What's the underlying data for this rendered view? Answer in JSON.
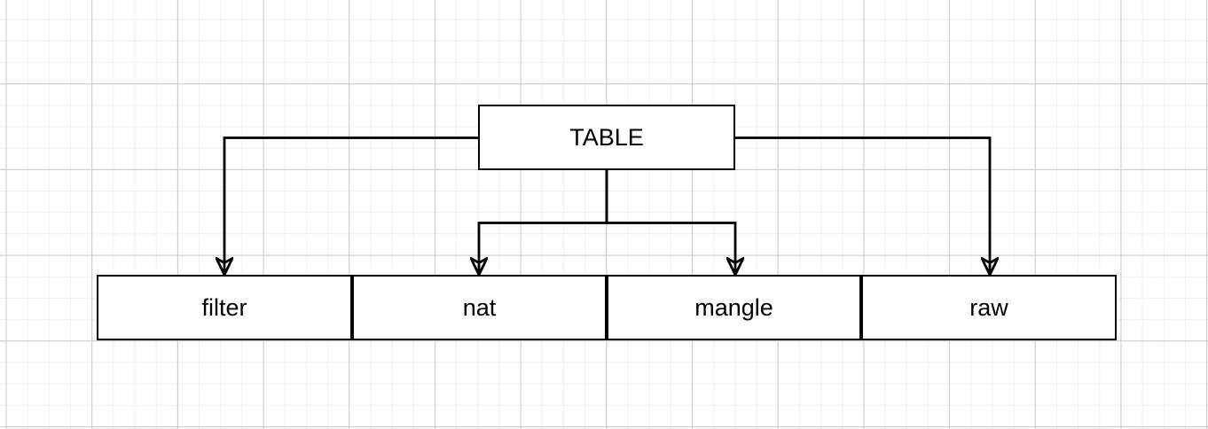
{
  "diagram": {
    "type": "flowchart",
    "nodes": [
      {
        "id": "table",
        "label": "TABLE"
      },
      {
        "id": "filter",
        "label": "filter"
      },
      {
        "id": "nat",
        "label": "nat"
      },
      {
        "id": "mangle",
        "label": "mangle"
      },
      {
        "id": "raw",
        "label": "raw"
      }
    ],
    "edges": [
      {
        "from": "table",
        "to": "filter",
        "arrow": "classic-filled"
      },
      {
        "from": "table",
        "to": "nat",
        "arrow": "classic-filled"
      },
      {
        "from": "table",
        "to": "mangle",
        "arrow": "classic-filled"
      },
      {
        "from": "table",
        "to": "raw",
        "arrow": "classic-filled"
      }
    ],
    "colors": {
      "node_fill": "#ffffff",
      "node_stroke": "#000000",
      "edge_stroke": "#000000",
      "text": "#000000",
      "grid_minor": "#f0f0f2",
      "grid_major": "#c9c9c9",
      "background": "#ffffff"
    }
  }
}
